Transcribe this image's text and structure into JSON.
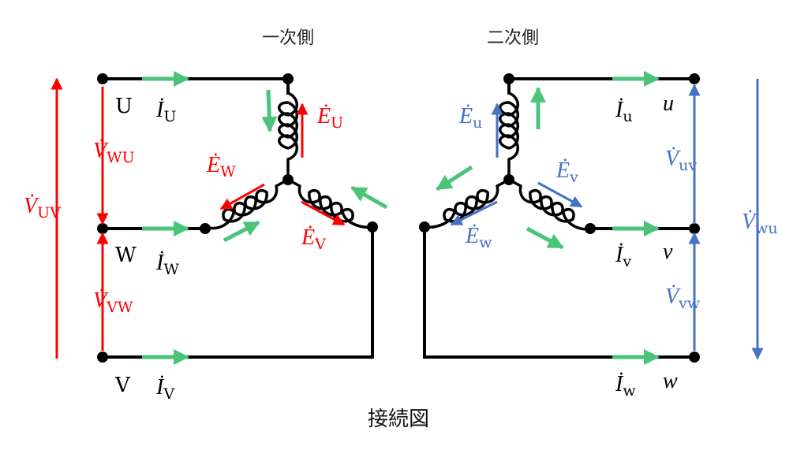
{
  "titles": {
    "primary": "一次側",
    "secondary": "二次側",
    "caption": "接続図"
  },
  "colors": {
    "voltage_primary": "#ff0000",
    "voltage_secondary": "#4472c4",
    "current": "#4bc47a",
    "wire": "#000000"
  },
  "terminals": {
    "U": "U",
    "W": "W",
    "V": "V",
    "u": "u",
    "v": "v",
    "w": "w"
  },
  "currents": {
    "IU": {
      "sym": "İ",
      "sub": "U"
    },
    "IW": {
      "sym": "İ",
      "sub": "W"
    },
    "IV": {
      "sym": "İ",
      "sub": "V"
    },
    "Iu": {
      "sym": "İ",
      "sub": "u"
    },
    "Iv": {
      "sym": "İ",
      "sub": "v"
    },
    "Iw": {
      "sym": "İ",
      "sub": "w"
    }
  },
  "emf": {
    "EU": {
      "sym": "Ė",
      "sub": "U"
    },
    "EW": {
      "sym": "Ė",
      "sub": "W"
    },
    "EV": {
      "sym": "Ė",
      "sub": "V"
    },
    "Eu": {
      "sym": "Ė",
      "sub": "u"
    },
    "Ev": {
      "sym": "Ė",
      "sub": "v"
    },
    "Ew": {
      "sym": "Ė",
      "sub": "w"
    }
  },
  "voltages": {
    "VUV": {
      "sym": "V̇",
      "sub": "UV"
    },
    "VWU": {
      "sym": "V̇",
      "sub": "WU"
    },
    "VVW": {
      "sym": "V̇",
      "sub": "VW"
    },
    "Vuv": {
      "sym": "V̇",
      "sub": "uv"
    },
    "Vvw": {
      "sym": "V̇",
      "sub": "vw"
    },
    "Vwu": {
      "sym": "V̇",
      "sub": "wu"
    }
  }
}
